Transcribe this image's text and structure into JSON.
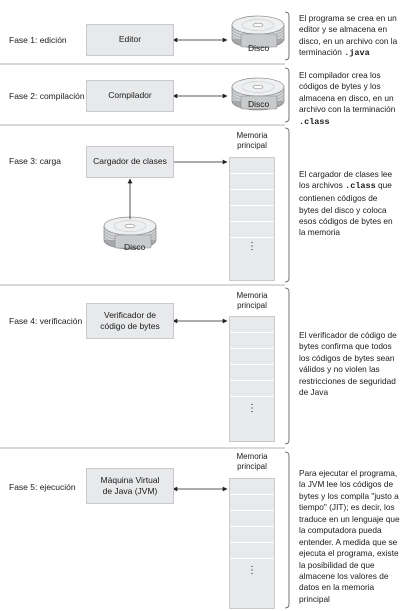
{
  "phases": [
    {
      "label": "Fase 1: edición",
      "box": "Editor",
      "disk": "Disco",
      "desc_parts": [
        "El programa se crea en un editor y se almacena en disco, en un archivo con la terminación ",
        ".java"
      ]
    },
    {
      "label": "Fase 2: compilación",
      "box": "Compilador",
      "disk": "Disco",
      "desc_parts": [
        "El compilador crea los códigos de bytes y los almacena en disco, en un archivo con la terminación ",
        ".class"
      ]
    },
    {
      "label": "Fase 3: carga",
      "box": "Cargador de clases",
      "disk": "Disco",
      "memory_title": "Memoria principal",
      "desc_parts": [
        "El cargador de clases lee los archivos ",
        ".class",
        " que contienen códigos de bytes del disco y coloca esos códigos de bytes en la memoria"
      ]
    },
    {
      "label": "Fase 4: verificación",
      "box": "Verificador de código de bytes",
      "memory_title": "Memoria principal",
      "desc": "El verificador de código de bytes confirma que todos los códigos de bytes sean válidos y no violen las restricciones de seguridad de Java"
    },
    {
      "label": "Fase 5: ejecución",
      "box": "Máquina Virtual de Java (JVM)",
      "memory_title": "Memoria principal",
      "desc": "Para ejecutar el programa, la JVM lee los códigos de bytes y los compila \"justo a tiempo\" (JIT); es decir, los traduce en un lenguaje que la computadora pueda entender. A medida que se ejecuta el programa, existe la posibilidad de que almacene los valores de datos en la memoria principal"
    }
  ],
  "dots": "⋮",
  "colors": {
    "box_fill": "#e8e9eb",
    "box_border": "#c8c9cc",
    "divider": "#9a9a9a"
  }
}
